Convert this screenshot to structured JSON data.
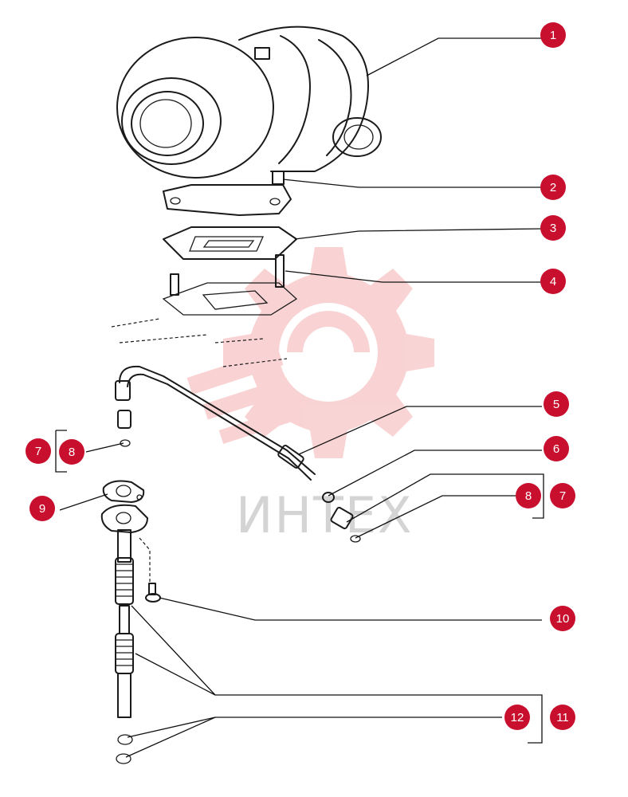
{
  "watermark": {
    "text": "ИНТЕХ",
    "color": "#f08a8a"
  },
  "colors": {
    "callout": "#c8102e",
    "lines": "#111111"
  },
  "callouts": [
    {
      "id": "c1",
      "label": "1"
    },
    {
      "id": "c2",
      "label": "2"
    },
    {
      "id": "c3",
      "label": "3"
    },
    {
      "id": "c4",
      "label": "4"
    },
    {
      "id": "c5",
      "label": "5"
    },
    {
      "id": "c6",
      "label": "6"
    },
    {
      "id": "c7a",
      "label": "7"
    },
    {
      "id": "c7b",
      "label": "7"
    },
    {
      "id": "c8a",
      "label": "8"
    },
    {
      "id": "c8b",
      "label": "8"
    },
    {
      "id": "c9",
      "label": "9"
    },
    {
      "id": "c10",
      "label": "10"
    },
    {
      "id": "c11",
      "label": "11"
    },
    {
      "id": "c12",
      "label": "12"
    }
  ]
}
